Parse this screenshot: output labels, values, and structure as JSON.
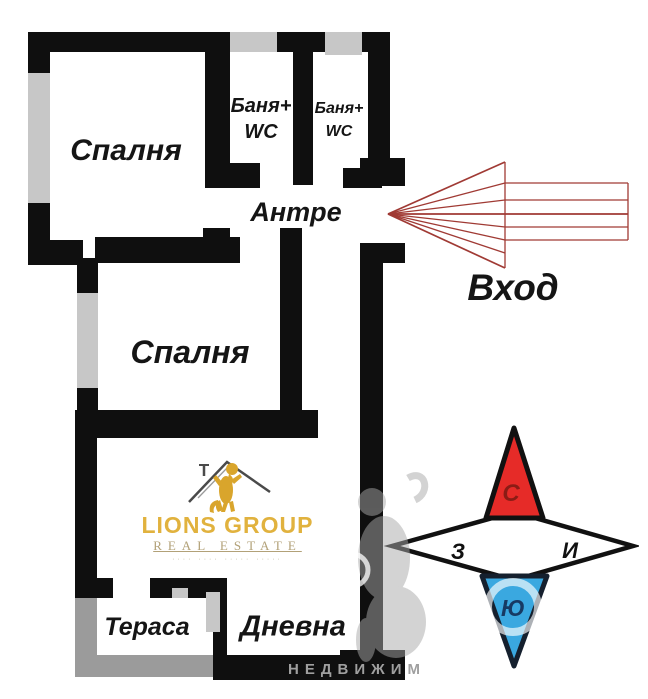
{
  "floorplan": {
    "bedroom_top": "Спалня",
    "bedroom_mid": "Спалня",
    "bath1_line1": "Баня+",
    "bath1_line2": "WC",
    "bath2_line1": "Баня+",
    "bath2_line2": "WC",
    "hallway": "Антре",
    "living": "Дневна",
    "terrace": "Тераса",
    "entrance": "Вход"
  },
  "compass": {
    "north": "С",
    "south": "Ю",
    "west": "З",
    "east": "И",
    "north_color": "#e62b28",
    "south_color": "#3aa8e0",
    "north_letter_color": "#8b1c15",
    "south_letter_color": "#173a63"
  },
  "logo": {
    "title": "LIONS GROUP",
    "subtitle": "REAL ESTATE",
    "tagline": "···· ···· ····· ·····",
    "gold": "#e1b23e",
    "lion_gold": "#d9a52c"
  },
  "watermark": {
    "text": "НЕДВИЖИМ"
  },
  "colors": {
    "wall": "#0f0f0f",
    "window_gray": "#c7c7c7",
    "terrace_gray": "#9b9b9b",
    "arrow_red": "#a03a34"
  }
}
